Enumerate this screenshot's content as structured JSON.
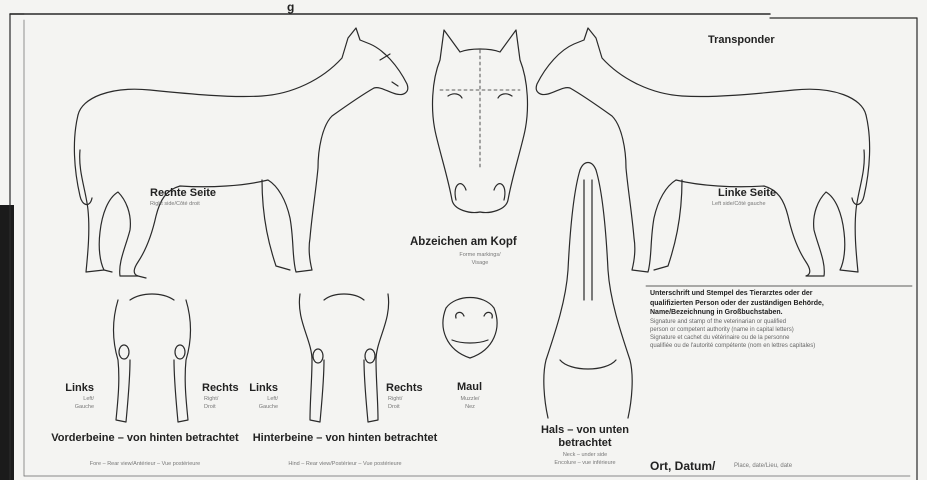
{
  "header": {
    "partial_title": "g"
  },
  "sections": {
    "right_side": {
      "title": "Rechte Seite",
      "subtitle": "Right side/Côté droit"
    },
    "left_side": {
      "title": "Linke Seite",
      "subtitle": "Left side/Côté gauche"
    },
    "head": {
      "title": "Abzeichen am Kopf",
      "subtitle_1": "Forme markings/",
      "subtitle_2": "Visage"
    },
    "transponder": {
      "title": "Transponder"
    },
    "muzzle": {
      "title": "Maul",
      "subtitle_1": "Muzzle/",
      "subtitle_2": "Nez"
    },
    "neck": {
      "title_1": "Hals – von unten",
      "title_2": "betrachtet",
      "subtitle_1": "Neck – under side",
      "subtitle_2": "Encolure – vue inférieure"
    },
    "forelegs": {
      "title": "Vorderbeine – von hinten betrachtet",
      "subtitle": "Fore – Rear view/Antérieur – Vue postérieure",
      "left_label": "Links",
      "left_sub_1": "Left/",
      "left_sub_2": "Gauche",
      "right_label": "Rechts",
      "right_sub_1": "Right/",
      "right_sub_2": "Droit"
    },
    "hindlegs": {
      "title": "Hinterbeine – von hinten betrachtet",
      "subtitle": "Hind – Rear view/Postérieur – Vue postérieure",
      "left_label": "Links",
      "left_sub_1": "Left/",
      "left_sub_2": "Gauche",
      "right_label": "Rechts",
      "right_sub_1": "Right/",
      "right_sub_2": "Droit"
    },
    "signature": {
      "bold_lines": [
        "Unterschrift und Stempel des Tierarztes oder der",
        "qualifizierten Person oder der zuständigen Behörde,",
        "Name/Bezeichnung in Großbuchstaben."
      ],
      "lines": [
        "Signature and stamp of the veterinarian or qualified",
        "person or competent authority (name in capital letters)",
        "Signature et cachet du vétérinaire ou de la personne",
        "qualifiée ou de l'autorité compétente (nom en lettres capitales)"
      ]
    },
    "place_date": {
      "title": "Ort, Datum/",
      "subtitle": "Place, date/Lieu, date"
    }
  },
  "colors": {
    "ink": "#222222",
    "paper": "#f4f4f2",
    "scan_edge": "#1b1b1b"
  }
}
